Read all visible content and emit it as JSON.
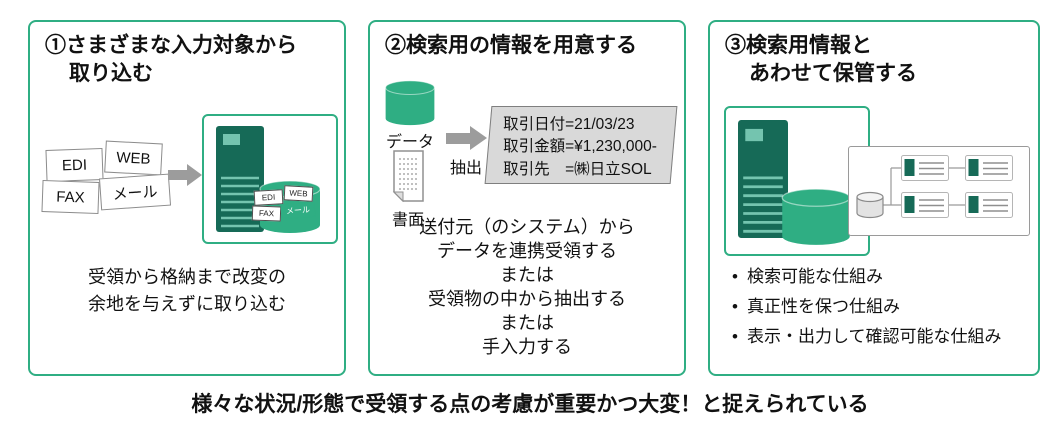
{
  "colors": {
    "green": "#2fae83",
    "dark": "#166a57",
    "vent": "#74c4af",
    "arrow": "#9c9c9c",
    "boxbg": "#d9d9d9",
    "boxborder": "#7f7f7f",
    "linegray": "#8c8c8c",
    "ink": "#111111"
  },
  "panel1": {
    "title_line1": "①さまざまな入力対象から",
    "title_line2": "取り込む",
    "inputs": [
      "EDI",
      "WEB",
      "FAX",
      "メール"
    ],
    "tiles": [
      "EDI",
      "WEB",
      "FAX",
      "メール"
    ],
    "caption_line1": "受領から格納まで改変の",
    "caption_line2": "余地を与えずに取り込む"
  },
  "panel2": {
    "title": "②検索用の情報を用意する",
    "data_label": "データ",
    "doc_label": "書面",
    "extract_label": "抽出",
    "record": [
      "取引日付=21/03/23",
      "取引金額=¥1,230,000-",
      "取引先　=㈱日立SOL"
    ],
    "note": [
      "送付元（のシステム）から",
      "データを連携受領する",
      "または",
      "受領物の中から抽出する",
      "または",
      "手入力する"
    ]
  },
  "panel3": {
    "title_line1": "③検索用情報と",
    "title_line2": "あわせて保管する",
    "bullets": [
      "検索可能な仕組み",
      "真正性を保つ仕組み",
      "表示・出力して確認可能な仕組み"
    ]
  },
  "footer": "様々な状況/形態で受領する点の考慮が重要かつ大変！と捉えられている"
}
